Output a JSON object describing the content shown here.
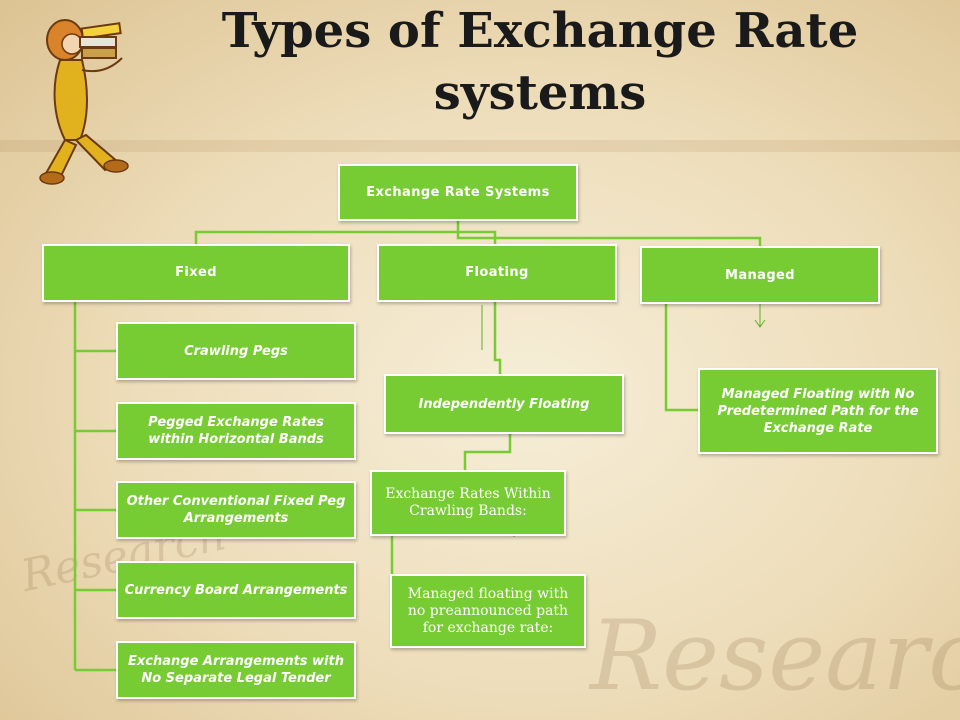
{
  "title": "Types of Exchange Rate systems",
  "decoration": {
    "watermark": "Research"
  },
  "diagram": {
    "root": "Exchange Rate Systems",
    "categories": {
      "fixed": "Fixed",
      "floating": "Floating",
      "managed": "Managed"
    },
    "fixed_items": [
      "Crawling Pegs",
      "Pegged Exchange Rates within Horizontal Bands",
      "Other Conventional Fixed Peg Arrangements",
      "Currency Board Arrangements",
      "Exchange Arrangements with No Separate Legal Tender"
    ],
    "floating_items": [
      "Independently Floating",
      "Exchange Rates Within Crawling Bands:",
      "Managed floating with no preannounced path for exchange rate:"
    ],
    "managed_items": [
      "Managed Floating with No Predetermined Path for the Exchange Rate"
    ]
  },
  "colors": {
    "box_fill": "#77cc33",
    "box_border": "#ffffff",
    "connector": "#77cc33"
  }
}
